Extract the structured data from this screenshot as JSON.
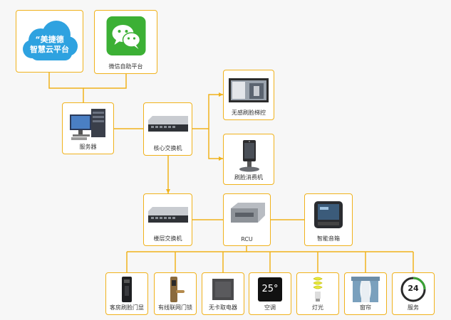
{
  "nodes": {
    "cloud": {
      "line1": "“美捷德",
      "line2": "智慧云平台"
    },
    "wechat": {
      "label": "微信自助平台"
    },
    "server": {
      "label": "服务器"
    },
    "core_switch": {
      "label": "核心交换机"
    },
    "elevator": {
      "label": "无感刷脸梯控"
    },
    "face_pay": {
      "label": "刷脸消费机"
    },
    "floor_switch": {
      "label": "楼层交换机"
    },
    "rcu": {
      "label": "RCU"
    },
    "speaker": {
      "label": "智能音箱"
    },
    "devices": [
      {
        "label": "客房刷脸门显"
      },
      {
        "label": "有线联网门锁"
      },
      {
        "label": "无卡取电器"
      },
      {
        "label": "空调",
        "display": "25°"
      },
      {
        "label": "灯光"
      },
      {
        "label": "窗帘"
      },
      {
        "label": "服务",
        "badge": "24"
      }
    ]
  },
  "colors": {
    "accent": "#f0b21c",
    "cloud": "#2ea2e0",
    "wechat": "#3cb035"
  }
}
